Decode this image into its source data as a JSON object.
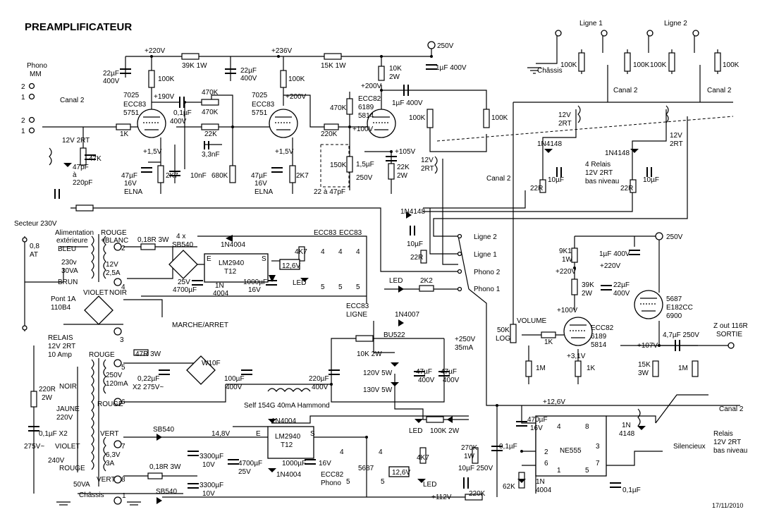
{
  "title": "PREAMPLIFICATEUR",
  "date": "17/11/2010",
  "rails": {
    "v220": "+220V",
    "v236": "+236V",
    "v250": "250V",
    "v200": "+200V",
    "v190": "+190V",
    "v100a": "+100V",
    "v105": "+105V",
    "v15a": "+1,5V",
    "v15b": "+1,5V",
    "v250b": "250V",
    "v220b": "+220V",
    "v220c": "+220V",
    "v100b": "+100V",
    "v107": "+107V",
    "v31": "+3,1V",
    "v250c": "+250V",
    "v126": "+12,6V",
    "v112": "+112V",
    "v148": "14,8V"
  },
  "inputs": {
    "phono": "Phono",
    "mm": "MM",
    "pin2a": "2",
    "pin1a": "1",
    "pin2b": "2",
    "pin1b": "1",
    "canal2_a": "Canal 2",
    "relay12v": "12V 2RT"
  },
  "stage1": {
    "tube": "7025",
    "tube2": "ECC83",
    "tube3": "5751",
    "c_in": "22µF",
    "c_in_v": "400V",
    "r_plate": "100K",
    "r_feed": "39K 1W",
    "r_grid": "1K",
    "r_47k": "47K",
    "c_47p": "47pF",
    "c_a": "à",
    "c_220p": "220pF",
    "c_k": "47µF",
    "c_k_v": "16V",
    "c_k_t": "ELNA",
    "r_k": "2K7",
    "c_cpl": "0,1µF",
    "c_cpl_v": "400V",
    "r_470a": "470K",
    "r_470b": "470K",
    "r_22k": "22K",
    "c_33n": "3,3nF",
    "c_10n": "10nF",
    "r_680": "680K"
  },
  "stage2": {
    "tube": "7025",
    "tube2": "ECC83",
    "tube3": "5751",
    "c_in": "22µF",
    "c_in_v": "400V",
    "r_plate": "100K",
    "r_feed": "15K 1W",
    "c_k": "47µF",
    "c_k_v": "16V",
    "c_k_t": "ELNA",
    "r_k": "2K7",
    "r_220": "220K",
    "r_470": "470K",
    "r_150": "150K",
    "c_var": "22 à 47pF"
  },
  "stage3": {
    "tube": "ECC82",
    "tube2": "6189",
    "tube3": "5814",
    "r_10k": "10K",
    "r_10k_w": "2W",
    "c_1u": "1µF 400V",
    "c_1u_b": "1µF 400V",
    "c_15": "1,5µF",
    "c_15_v": "250V",
    "r_22k": "22K",
    "r_22k_w": "2W",
    "pot_a": "100K",
    "pot_b": "100K",
    "canal2": "Canal 2",
    "relay": "12V",
    "relay2": "2RT",
    "d": "1N4148",
    "c_10u": "10µF",
    "r_22r": "22R"
  },
  "inputs_right": {
    "ligne1": "Ligne 1",
    "ligne2": "Ligne 2",
    "chassis": "Châssis",
    "pot1": "100K",
    "pot2": "100K",
    "pot3": "100K",
    "pot4": "100K",
    "canal2_a": "Canal 2",
    "canal2_b": "Canal 2",
    "relay_a": "12V",
    "relay_a2": "2RT",
    "relay_b": "12V",
    "relay_b2": "2RT",
    "d_a": "1N4148",
    "d_b": "1N4148",
    "c_a": "10µF",
    "c_b": "10µF",
    "r_a": "22R",
    "r_b": "22R",
    "note1": "4 Relais",
    "note2": "12V 2RT",
    "note3": "bas niveau"
  },
  "selector": {
    "l2": "Ligne 2",
    "l1": "Ligne 1",
    "p2": "Phono 2",
    "p1": "Phono 1",
    "led": "LED",
    "r_led": "2K2",
    "d": "1N4148",
    "c": "10µF",
    "r": "22R"
  },
  "psu": {
    "secteur": "Secteur 230V",
    "fuse": "0,8",
    "fuse2": "AT",
    "alim": "Alimentation",
    "alim2": "extérieure",
    "bleu": "BLEU",
    "v230": "230v",
    "va30": "30VA",
    "brun": "BRUN",
    "rouge": "ROUGE",
    "blanc": "+BLANC",
    "v12": "12V",
    "a25": "2,5A",
    "violet": "VIOLET",
    "noir": "NOIR",
    "pont": "Pont 1A",
    "pont2": "110B4",
    "r_018": "0,18R 3W",
    "d_sb": "4 x",
    "d_sb2": "SB540",
    "reg": "LM2940",
    "reg2": "T12",
    "reg_e": "E",
    "reg_s": "S",
    "d_1n": "1N4004",
    "d_1n_b": "1N",
    "d_1n_b2": "4004",
    "c_4700": "4700µF",
    "c_4700_v": "25V",
    "c_1000": "1000µF",
    "c_1000_v": "16V",
    "r_4k7": "4K7",
    "led": "LED",
    "v126": "12,6V",
    "ecc_a": "ECC83",
    "ecc_b": "ECC83",
    "ecc_l": "ECC83",
    "ligne": "LIGNE",
    "f4a": "4",
    "f5a": "5",
    "f4b": "4",
    "f5b": "5",
    "f4c": "4",
    "f5c": "5",
    "marche": "MARCHE/ARRET",
    "relais": "RELAIS",
    "relais2": "12V 2RT",
    "relais3": "10 Amp",
    "jaune": "JAUNE",
    "v220": "220V",
    "r_220": "220R",
    "r_220w": "2W",
    "c_01": "0,1µF X2",
    "v275": "275V~",
    "violet2": "VIOLET",
    "v240": "240V",
    "rouge2": "ROUGE",
    "va50": "50VA",
    "chassis": "Châssis",
    "n3": "3",
    "n4": "4",
    "n5": "5",
    "n6": "6",
    "n7": "7",
    "n8": "8",
    "n1": "1",
    "n2": "2",
    "hv_rouge": "ROUGE",
    "hv_250": "250V",
    "hv_120": "120mA",
    "hv_rouge2": "ROUGE",
    "r_47": "47R 3W",
    "c_022": "0,22µF",
    "c_022b": "X2 275V~",
    "br_hv": "W10F",
    "c_100": "100µF",
    "c_100v": "400V",
    "self": "Self 154G 40mA Hammond",
    "c_220": "220µF",
    "c_220v": "400V",
    "bu522": "BU522",
    "d_1n4007": "1N4007",
    "r_10k2w": "10K 2W",
    "z120": "120V 5W",
    "z130": "130V 5W",
    "c_47a": "47µF",
    "c_47a_v": "400V",
    "c_47b": "47µF",
    "c_47b_v": "400V",
    "out250": "+250V",
    "out35": "35mA",
    "led2": "LED",
    "r_100k": "100K 2W",
    "vert": "VERT",
    "v63": "6,3V",
    "a3": "3A",
    "vert2": "VERT",
    "sb540a": "SB540",
    "sb540b": "SB540",
    "r_018b": "0,18R 3W",
    "c_3300a": "3300µF",
    "c_3300a_v": "10V",
    "c_3300b": "3300µF",
    "c_3300b_v": "10V",
    "reg_b": "LM2940",
    "reg_b2": "T12",
    "reg_be": "E",
    "reg_bs": "S",
    "d_1n4004b": "1N4004",
    "d_1n4004c": "1N4004",
    "c_4700b": "4700µF",
    "c_4700b_v": "25V",
    "c_1000b": "1000µF",
    "c_1000b_v": "16V",
    "ecc82": "ECC82",
    "phono": "Phono",
    "t5687": "5687",
    "v126b": "12,6V",
    "r_4k7b": "4K7",
    "led3": "LED",
    "f4d": "4",
    "f5d": "5",
    "f4e": "4",
    "f5e": "5"
  },
  "output": {
    "v250": "250V",
    "r_9k1": "9K1",
    "r_9k1w": "1W",
    "c_1u": "1µF 400V",
    "r_39k": "39K",
    "r_39kw": "2W",
    "c_22": "22µF",
    "c_22v": "400V",
    "t5687": "5687",
    "t_e182": "E182CC",
    "t6900": "6900",
    "ecc82": "ECC82",
    "t6189": "6189",
    "t5814": "5814",
    "vol": "VOLUME",
    "pot": "50K",
    "pot2": "LOG",
    "r_1k": "1K",
    "r_1m_a": "1M",
    "r_1k_b": "1K",
    "c_out": "4,7µF 250V",
    "zout": "Z out 116R",
    "sortie": "SORTIE",
    "r_15k": "15K",
    "r_15kw": "3W",
    "r_1m_b": "1M"
  },
  "timer": {
    "ne555": "NE555",
    "p4": "4",
    "p8": "8",
    "p2": "2",
    "p6": "6",
    "p1": "1",
    "p5": "5",
    "p3": "3",
    "p7": "7",
    "c_470": "470µF",
    "c_470v": "16V",
    "c_01": "0,1µF",
    "c_01b": "0,1µF",
    "r_270": "270K",
    "r_270w": "1W",
    "c_10": "10µF 250V",
    "r_220": "220K",
    "r_62k": "62K",
    "d_1n": "1N",
    "d_4004": "4004",
    "d_1n4148": "1N",
    "d_4148": "4148",
    "silence": "Silencieux",
    "canal2": "Canal 2",
    "relais": "Relais",
    "relais2": "12V 2RT",
    "relais3": "bas niveau"
  }
}
